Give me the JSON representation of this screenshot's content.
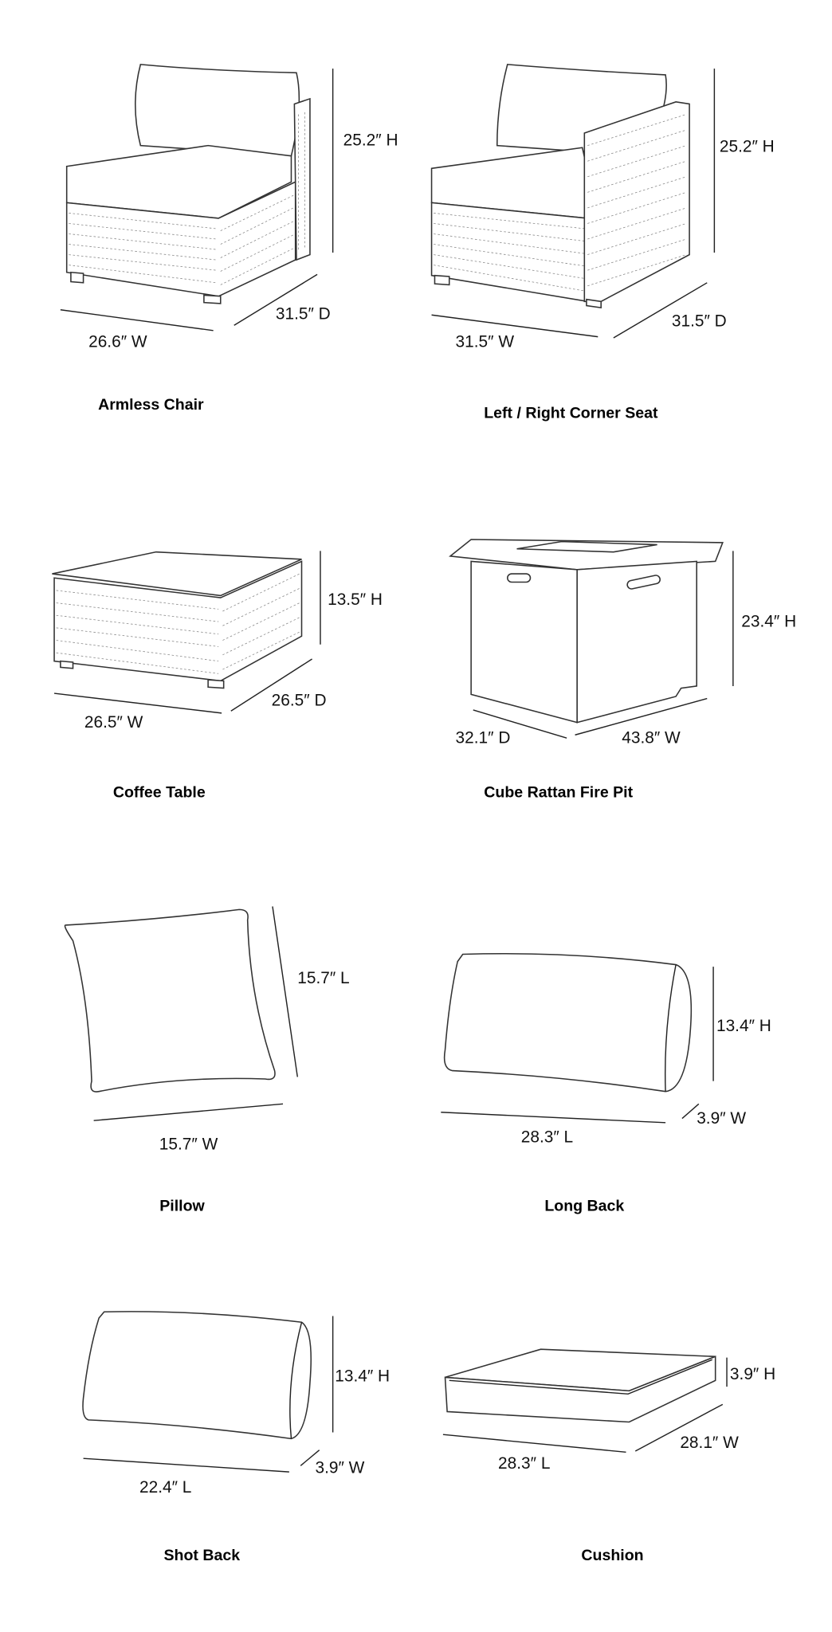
{
  "items": [
    {
      "title": "Armless Chair",
      "dims": [
        "25.2″ H",
        "31.5″ D",
        "26.6″ W"
      ]
    },
    {
      "title": "Left / Right Corner Seat",
      "dims": [
        "25.2″ H",
        "31.5″ D",
        "31.5″ W"
      ]
    },
    {
      "title": "Coffee Table",
      "dims": [
        "13.5″ H",
        "26.5″ D",
        "26.5″ W"
      ]
    },
    {
      "title": "Cube Rattan Fire Pit",
      "dims": [
        "23.4″ H",
        "32.1″ D",
        "43.8″ W"
      ]
    },
    {
      "title": "Pillow",
      "dims": [
        "15.7″ L",
        "15.7″ W"
      ]
    },
    {
      "title": "Long Back",
      "dims": [
        "13.4″ H",
        "28.3″ L",
        "3.9″ W"
      ]
    },
    {
      "title": "Shot Back",
      "dims": [
        "13.4″ H",
        "22.4″ L",
        "3.9″ W"
      ]
    },
    {
      "title": "Cushion",
      "dims": [
        "3.9″ H",
        "28.3″ L",
        "28.1″ W"
      ]
    }
  ]
}
